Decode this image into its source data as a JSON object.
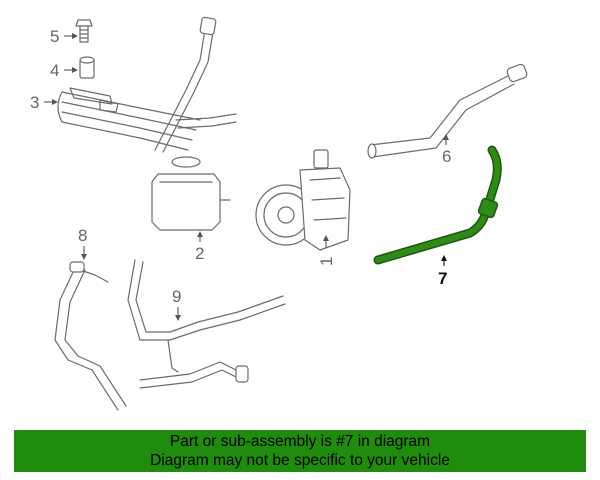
{
  "callouts": {
    "c1": "1",
    "c2": "2",
    "c3": "3",
    "c4": "4",
    "c5": "5",
    "c6": "6",
    "c7": "7",
    "c8": "8",
    "c9": "9"
  },
  "highlight": {
    "part_number": "7",
    "color": "#2f8a18"
  },
  "banner": {
    "line1": "Part or sub-assembly is #7 in diagram",
    "line2": "Diagram may not be specific to your vehicle",
    "background": "#1f8c0e"
  }
}
